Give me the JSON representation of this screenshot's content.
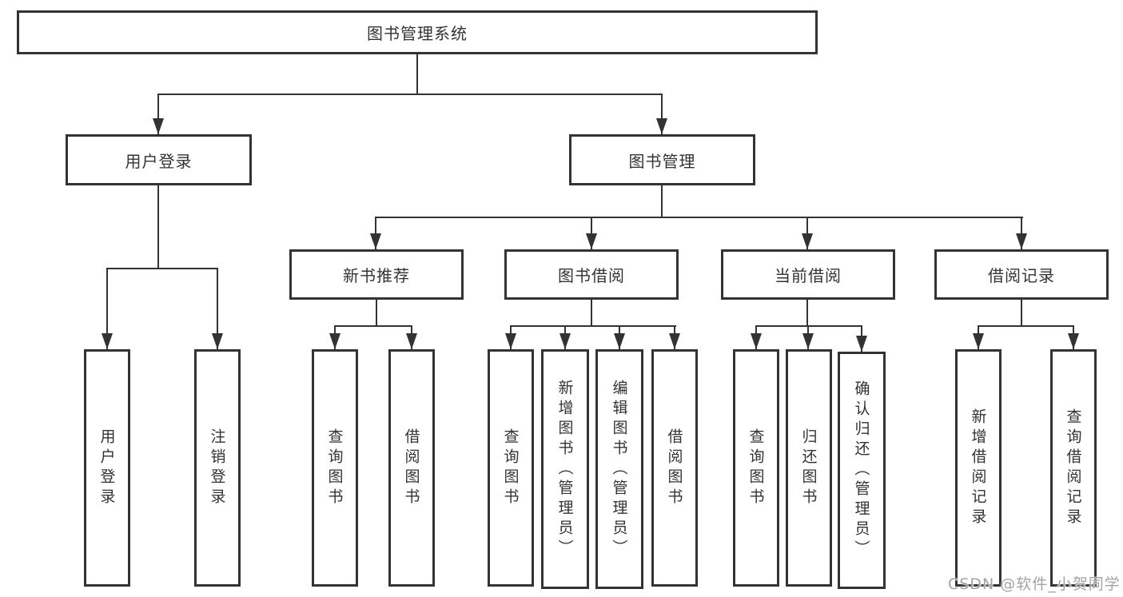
{
  "diagram": {
    "type": "function-structure-tree",
    "colors": {
      "line": "#333333",
      "box_border": "#333333",
      "box_bg": "#ffffff",
      "text": "#333333",
      "watermark_text": "#a3a3a5"
    },
    "watermark": "CSDN @软件_小贺同学",
    "tree": {
      "label": "图书管理系统",
      "children": [
        {
          "label": "用户登录",
          "children": [
            {
              "label": "用户登录"
            },
            {
              "label": "注销登录"
            }
          ]
        },
        {
          "label": "图书管理",
          "children": [
            {
              "label": "新书推荐",
              "children": [
                {
                  "label": "查询图书"
                },
                {
                  "label": "借阅图书"
                }
              ]
            },
            {
              "label": "图书借阅",
              "children": [
                {
                  "label": "查询图书"
                },
                {
                  "label": "新增图书（管理员）"
                },
                {
                  "label": "编辑图书（管理员）"
                },
                {
                  "label": "借阅图书"
                }
              ]
            },
            {
              "label": "当前借阅",
              "children": [
                {
                  "label": "查询图书"
                },
                {
                  "label": "归还图书"
                },
                {
                  "label": "确认归还（管理员）"
                }
              ]
            },
            {
              "label": "借阅记录",
              "children": [
                {
                  "label": "新增借阅记录"
                },
                {
                  "label": "查询借阅记录"
                }
              ]
            }
          ]
        }
      ]
    }
  }
}
